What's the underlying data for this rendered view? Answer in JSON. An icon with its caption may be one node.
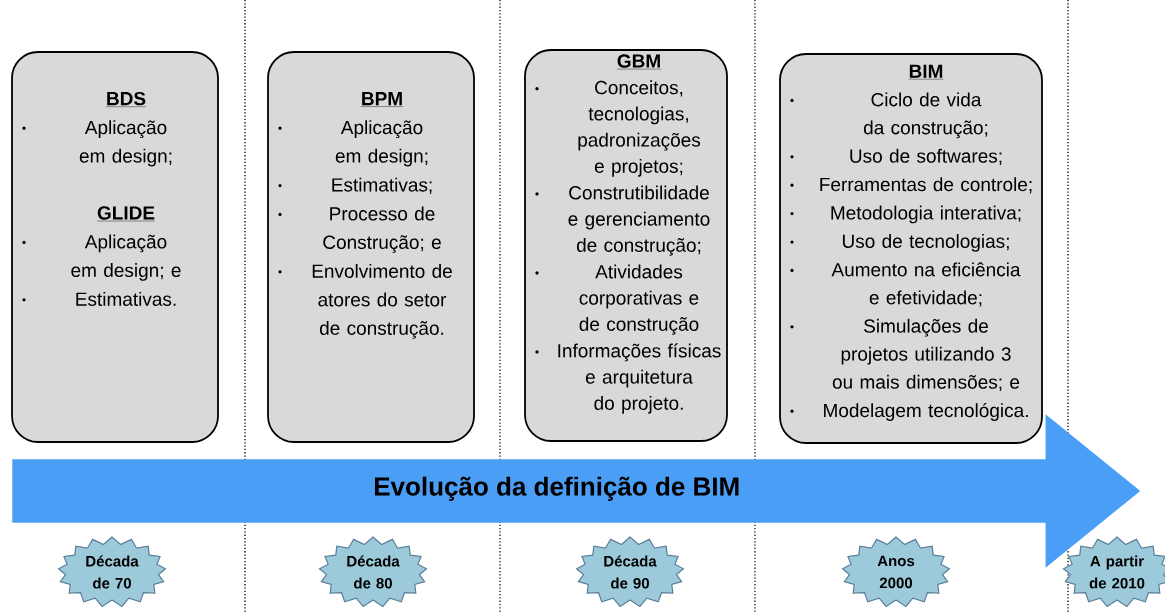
{
  "diagram": {
    "nodes": [
      {
        "text": [
          "BDS",
          "Aplicação em design;",
          "GLIDE",
          "Aplicação em design; e",
          "Estimativas."
        ]
      },
      {
        "text": [
          "BPM",
          "Aplicação em design;",
          "Estimativas;",
          "Processo de Construção; e",
          "Envolvimento de atores do setor de construção."
        ]
      },
      {
        "text": [
          "GBM",
          "Conceitos, tecnologias, padronizações e projetos;",
          "Construtibilidade e gerenciamento de construção;",
          "Atividades corporativas e de construção",
          "Informações físicas e arquitetura do projeto."
        ]
      },
      {
        "text": [
          "BIM",
          "Ciclo de vida da construção;",
          "Uso de softwares;",
          "Ferramentas de controle;",
          "Metodologia interativa;",
          "Uso de tecnologias;",
          "Aumento na eficiência e efetividade;",
          "Simulações de projetos utilizando 3 ou mais dimensões; e",
          "Modelagem tecnológica."
        ]
      },
      {
        "text": [
          "Evolução da definição de BIM"
        ]
      },
      {
        "text": [
          "Década de 70"
        ]
      },
      {
        "text": [
          "Década de 80"
        ]
      },
      {
        "text": [
          "Década de 90"
        ]
      },
      {
        "text": [
          "Anos 2000"
        ]
      },
      {
        "text": [
          "A partir de 2010"
        ]
      }
    ]
  }
}
